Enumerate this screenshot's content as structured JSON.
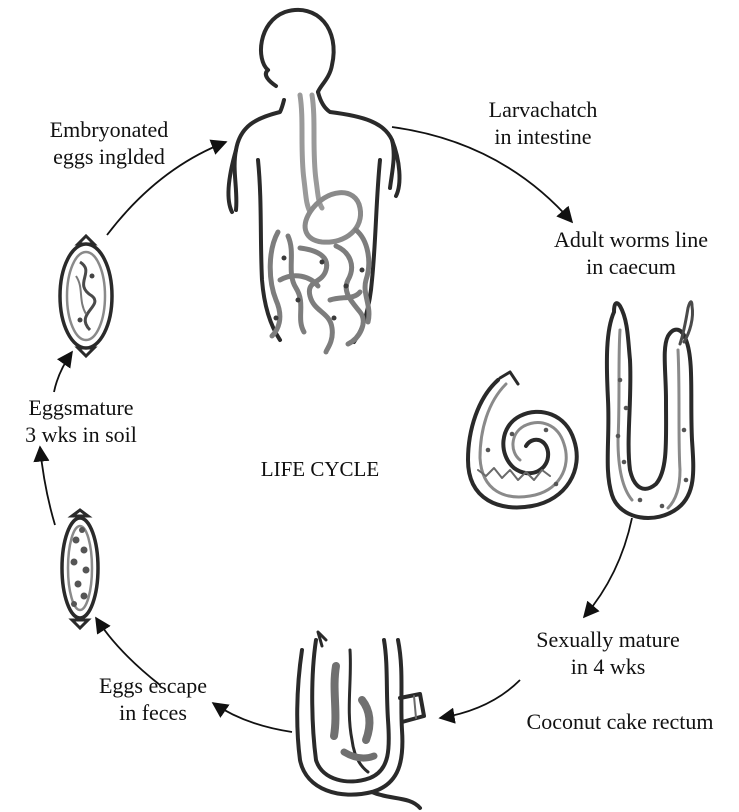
{
  "diagram": {
    "center_label": "LIFE CYCLE",
    "stages": [
      {
        "id": "ingested",
        "lines": [
          "Embryonated",
          "eggs inglded"
        ]
      },
      {
        "id": "larva",
        "lines": [
          "Larvachatch",
          "in intestine"
        ]
      },
      {
        "id": "adult",
        "lines": [
          "Adult worms line",
          "in caecum"
        ]
      },
      {
        "id": "mature",
        "lines": [
          "Sexually mature",
          "in 4 wks"
        ]
      },
      {
        "id": "rectum",
        "lines": [
          "Coconut cake rectum"
        ]
      },
      {
        "id": "feces",
        "lines": [
          "Eggs escape",
          "in feces"
        ]
      },
      {
        "id": "eggsoil",
        "lines": [
          "Eggsmature",
          "3 wks in soil"
        ]
      }
    ],
    "illustrations": [
      "human-body",
      "adult-worms",
      "rectum",
      "egg-in-feces",
      "embryonated-egg"
    ]
  }
}
